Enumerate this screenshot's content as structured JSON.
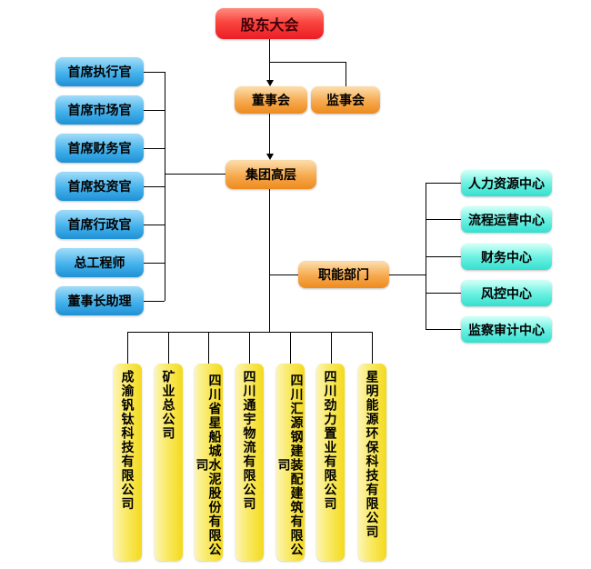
{
  "org": {
    "root": "股东大会",
    "board": "董事会",
    "supervisory": "监事会",
    "senior_management": "集团高层",
    "functional": "职能部门",
    "executives": [
      "首席执行官",
      "首席市场官",
      "首席财务官",
      "首席投资官",
      "首席行政官",
      "总工程师",
      "董事长助理"
    ],
    "centers": [
      "人力资源中心",
      "流程运营中心",
      "财务中心",
      "风控中心",
      "监察审计中心"
    ],
    "subsidiaries": [
      "成渝钒钛科技有限公司",
      "矿业总公司",
      "四川省星船城水泥股份有限公司",
      "四川通宇物流有限公司",
      "四川汇源钢建装配建筑有限公司",
      "四川劲力置业有限公司",
      "星明能源环保科技有限公司"
    ],
    "colors": {
      "root_box": "#ec1c24",
      "governance_box": "#ee8a1e",
      "executive_box": "#1e90d5",
      "center_box": "#35dfcf",
      "subsidiary_box": "#f4da1c",
      "connector": "#000000"
    }
  }
}
